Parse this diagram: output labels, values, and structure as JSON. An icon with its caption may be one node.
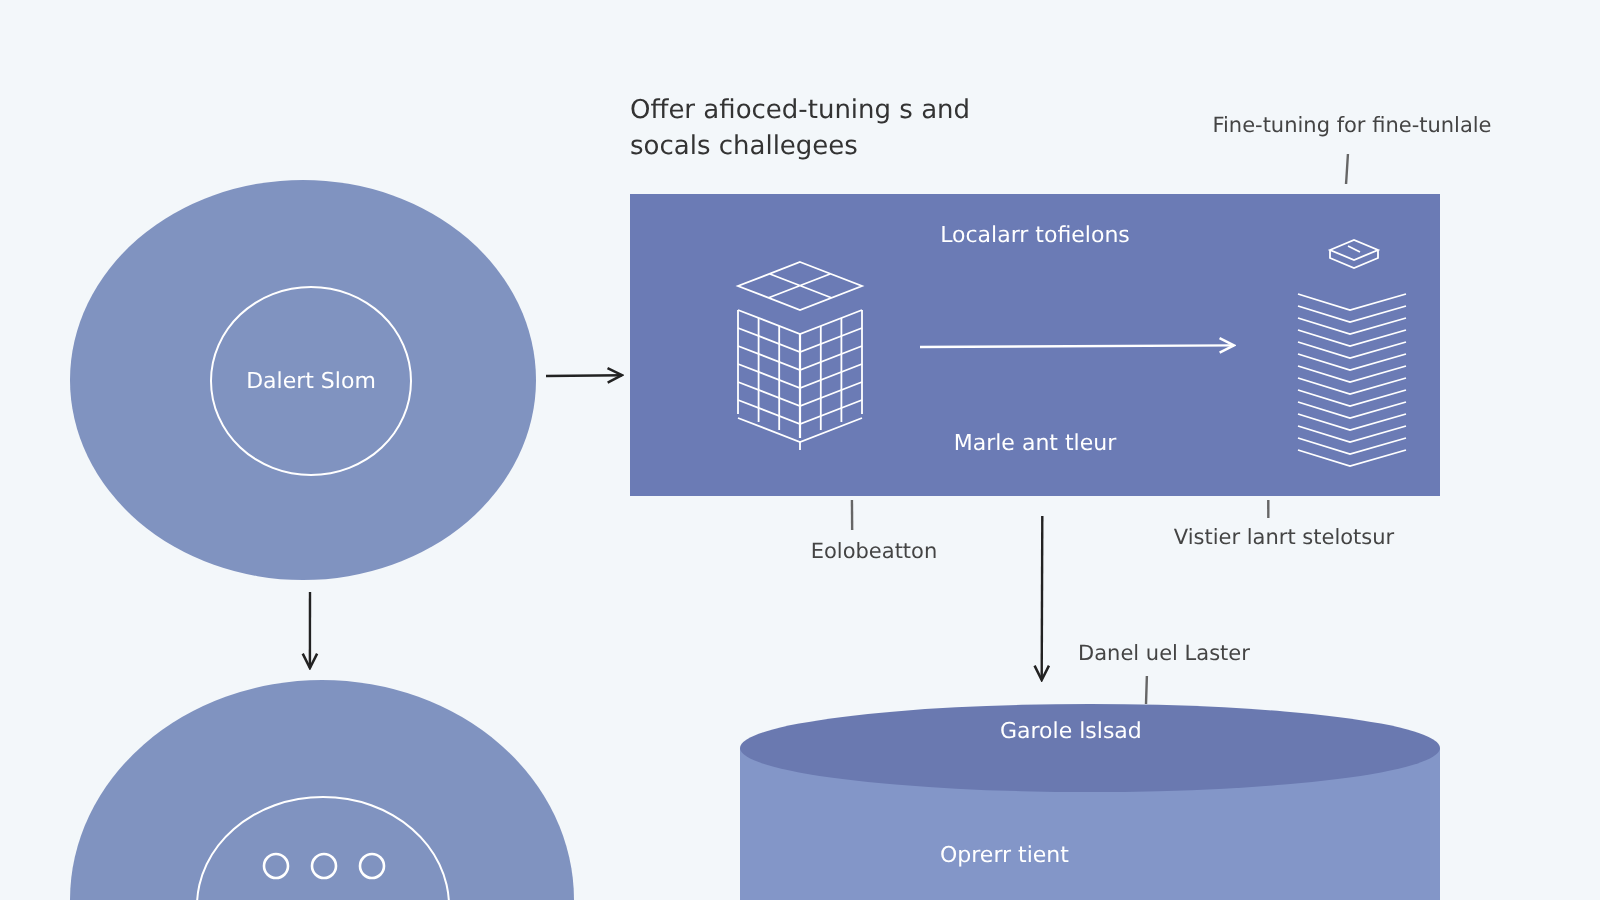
{
  "diagram": {
    "nodes": [
      {
        "text": [],
        "shape": "circle"
      },
      {
        "text": [
          "Dalert Slom"
        ],
        "in": 0
      },
      {
        "text": [
          "Offer afioced-tuning s and socals challegees",
          "Localarr tofielons",
          "Marle ant tleur"
        ]
      },
      {
        "text": [],
        "shape": "picture",
        "in": 2
      },
      {
        "text": [],
        "shape": "picture",
        "in": 2
      },
      {
        "text": [
          "Fine-tuning for fine-tunlale"
        ]
      },
      {
        "text": [
          "Eolobeatton"
        ]
      },
      {
        "text": [
          "Vistier lanrt stelotsur"
        ]
      },
      {
        "text": [
          "Danel uel Laster"
        ]
      },
      {
        "text": [
          "Garole lslsad",
          "Oprerr tient"
        ]
      },
      {
        "text": [],
        "shape": "circle"
      },
      {
        "text": [],
        "shape": "circle",
        "in": 10
      }
    ],
    "edges": [
      {
        "from": 0,
        "to": 2,
        "arrow": "to"
      },
      {
        "from": 0,
        "to": 10,
        "arrow": "to"
      },
      {
        "from": 3,
        "to": 4,
        "arrow": "to",
        "color": "#ffffff"
      },
      {
        "from": 5,
        "to": 2,
        "arrow": "none"
      },
      {
        "from": 6,
        "to": 2,
        "arrow": "none"
      },
      {
        "from": 7,
        "to": 2,
        "arrow": "none"
      },
      {
        "from": 2,
        "to": 9,
        "arrow": "to"
      },
      {
        "from": 8,
        "to": 9,
        "arrow": "none"
      }
    ]
  }
}
